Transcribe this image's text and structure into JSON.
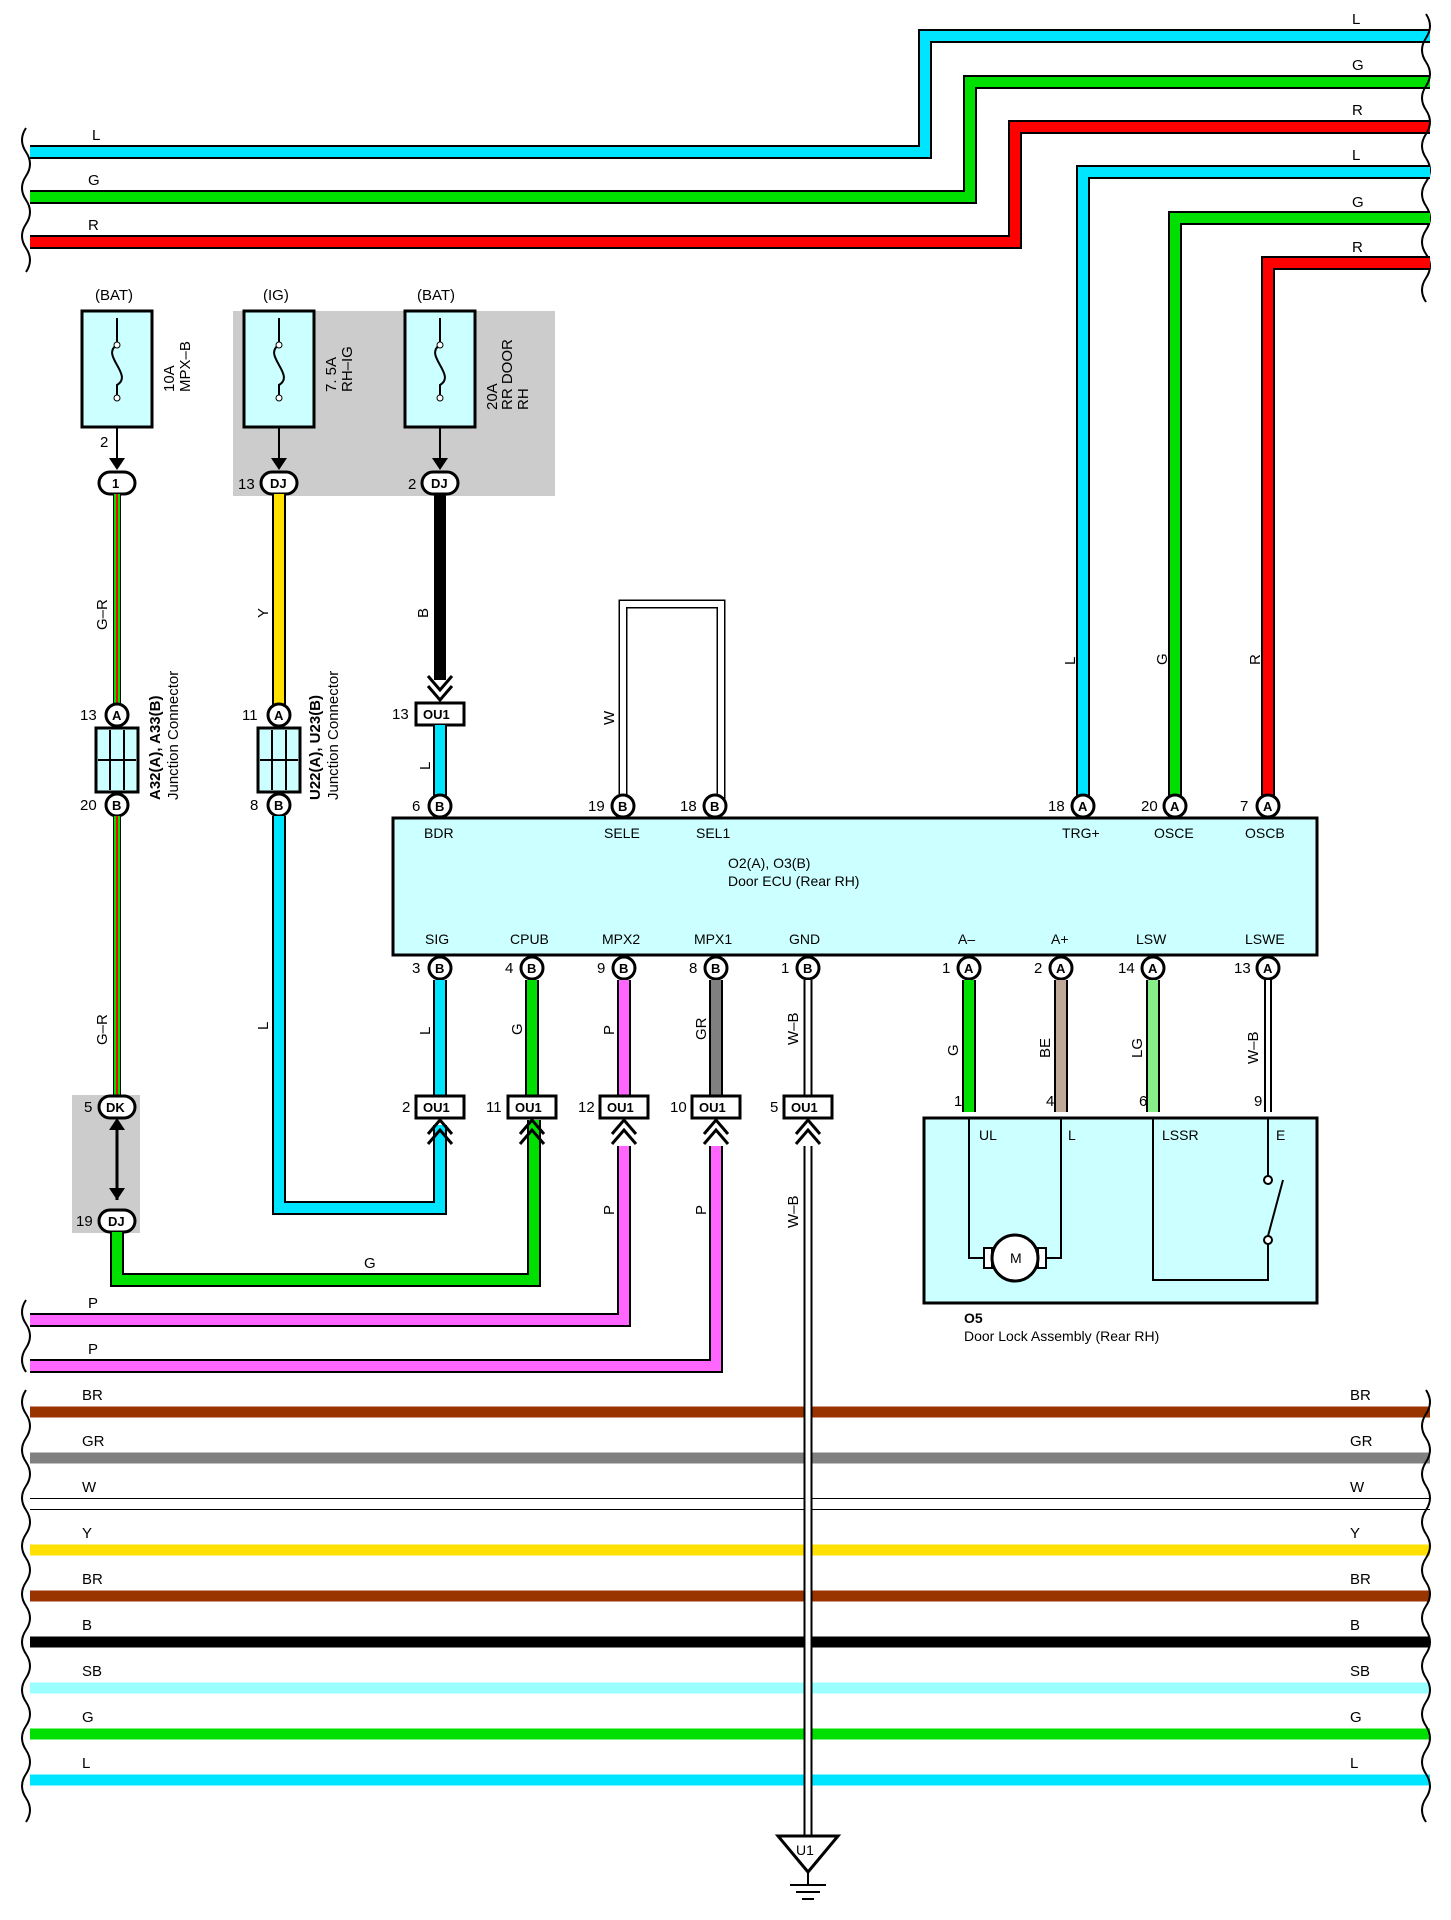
{
  "top_bus": [
    {
      "color": "L",
      "hex": "#00E5FF"
    },
    {
      "color": "G",
      "hex": "#00E000"
    },
    {
      "color": "R",
      "hex": "#FF0000"
    }
  ],
  "right_bus": [
    {
      "color": "L",
      "hex": "#00E5FF"
    },
    {
      "color": "G",
      "hex": "#00E000"
    },
    {
      "color": "R",
      "hex": "#FF0000"
    }
  ],
  "bottom_left_bus": [
    {
      "color": "P",
      "hex": "#FF66FF"
    },
    {
      "color": "P",
      "hex": "#FF66FF"
    }
  ],
  "bottom_bus": [
    {
      "color": "BR",
      "hex": "#993300"
    },
    {
      "color": "GR",
      "hex": "#808080"
    },
    {
      "color": "W",
      "hex": "#FFFFFF"
    },
    {
      "color": "Y",
      "hex": "#FFE000"
    },
    {
      "color": "BR",
      "hex": "#993300"
    },
    {
      "color": "B",
      "hex": "#000000"
    },
    {
      "color": "SB",
      "hex": "#99FFFF"
    },
    {
      "color": "G",
      "hex": "#00E000"
    },
    {
      "color": "L",
      "hex": "#00E5FF"
    }
  ],
  "fuses": [
    {
      "power": "(BAT)",
      "rating": "10A",
      "name": "MPX–B",
      "out_pin": "2",
      "conn": "1",
      "conn_pin": ""
    },
    {
      "power": "(IG)",
      "rating": "7. 5A",
      "name": "RH–IG",
      "out_pin": "",
      "conn": "DJ",
      "conn_pin": "13"
    },
    {
      "power": "(BAT)",
      "rating": "20A",
      "name": "RR DOOR",
      "name2": "RH",
      "out_pin": "",
      "conn": "DJ",
      "conn_pin": "2"
    }
  ],
  "junction_connectors": [
    {
      "id": "A32(A), A33(B)",
      "desc": "Junction Connector",
      "pin_a": "13",
      "pin_b": "20",
      "wire_top": "G–R",
      "wire_bottom": "G–R"
    },
    {
      "id": "U22(A), U23(B)",
      "desc": "Junction Connector",
      "pin_a": "11",
      "pin_b": "8",
      "wire_top": "Y",
      "wire_bottom": "L"
    }
  ],
  "dk_dj": {
    "dk_pin": "5",
    "dk": "DK",
    "dj_pin": "19",
    "dj": "DJ",
    "wire": "G"
  },
  "ecu": {
    "id": "O2(A), O3(B)",
    "name": "Door ECU (Rear RH)",
    "top_pins": [
      {
        "pin": "6",
        "conn": "B",
        "term": "BDR",
        "wire": "L"
      },
      {
        "pin": "19",
        "conn": "B",
        "term": "SELE",
        "wire": "W"
      },
      {
        "pin": "18",
        "conn": "B",
        "term": "SEL1",
        "wire": ""
      },
      {
        "pin": "18",
        "conn": "A",
        "term": "TRG+",
        "wire": "L"
      },
      {
        "pin": "20",
        "conn": "A",
        "term": "OSCE",
        "wire": "G"
      },
      {
        "pin": "7",
        "conn": "A",
        "term": "OSCB",
        "wire": "R"
      }
    ],
    "bottom_pins": [
      {
        "pin": "3",
        "conn": "B",
        "term": "SIG",
        "wire": "L"
      },
      {
        "pin": "4",
        "conn": "B",
        "term": "CPUB",
        "wire": "G"
      },
      {
        "pin": "9",
        "conn": "B",
        "term": "MPX2",
        "wire": "P"
      },
      {
        "pin": "8",
        "conn": "B",
        "term": "MPX1",
        "wire": "GR"
      },
      {
        "pin": "1",
        "conn": "B",
        "term": "GND",
        "wire": "W–B"
      },
      {
        "pin": "1",
        "conn": "A",
        "term": "A–",
        "wire": "G"
      },
      {
        "pin": "2",
        "conn": "A",
        "term": "A+",
        "wire": "BE"
      },
      {
        "pin": "14",
        "conn": "A",
        "term": "LSW",
        "wire": "LG"
      },
      {
        "pin": "13",
        "conn": "A",
        "term": "LSWE",
        "wire": "W–B"
      }
    ]
  },
  "ou1_top": {
    "pin": "13",
    "label": "OU1",
    "wire_above": "B"
  },
  "ou1_bottom": [
    {
      "pin": "2",
      "label": "OU1",
      "wire_below": ""
    },
    {
      "pin": "11",
      "label": "OU1",
      "wire_below": ""
    },
    {
      "pin": "12",
      "label": "OU1",
      "wire_below": "P"
    },
    {
      "pin": "10",
      "label": "OU1",
      "wire_below": "P"
    },
    {
      "pin": "5",
      "label": "OU1",
      "wire_below": "W–B"
    }
  ],
  "door_lock": {
    "id": "O5",
    "name": "Door Lock Assembly (Rear RH)",
    "pins": [
      {
        "pin": "1",
        "term": "UL"
      },
      {
        "pin": "4",
        "term": "L"
      },
      {
        "pin": "6",
        "term": "LSSR"
      },
      {
        "pin": "9",
        "term": "E"
      }
    ],
    "motor": "M"
  },
  "cpub_wire": "G",
  "ground": "U1"
}
